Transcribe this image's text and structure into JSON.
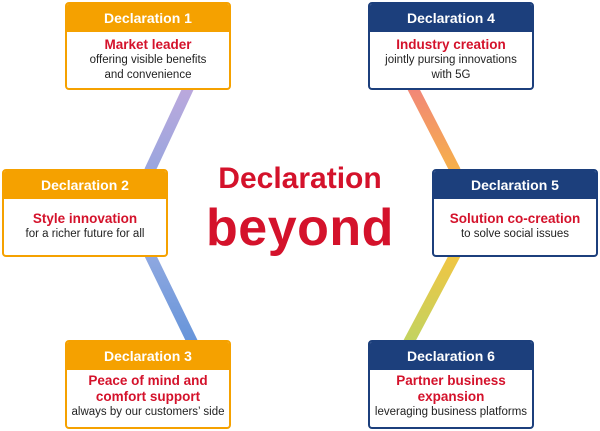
{
  "center": {
    "line1": "Declaration",
    "line2": "beyond"
  },
  "declarations": [
    {
      "header": "Declaration 1",
      "title": "Market leader",
      "desc": [
        "offering visible benefits",
        "and convenience"
      ]
    },
    {
      "header": "Declaration 2",
      "title": "Style innovation",
      "desc": [
        "for a richer future for all"
      ]
    },
    {
      "header": "Declaration 3",
      "title": "Peace of mind and comfort support",
      "desc": [
        "always by our customers’ side"
      ]
    },
    {
      "header": "Declaration 4",
      "title": "Industry creation",
      "desc": [
        "jointly pursing innovations",
        "with 5G"
      ]
    },
    {
      "header": "Declaration 5",
      "title": "Solution co-creation",
      "desc": [
        "to solve social issues"
      ]
    },
    {
      "header": "Declaration 6",
      "title": "Partner business expansion",
      "desc": [
        "leveraging business platforms"
      ]
    }
  ],
  "colors": {
    "accent_red": "#d4122b",
    "orange": "#f5a100",
    "navy": "#1c3f7c",
    "ring": [
      "#ee7fa6",
      "#f4a03a",
      "#f1c542",
      "#c4dc5a",
      "#8fd0c4",
      "#6da2dc",
      "#a9a1d8"
    ]
  }
}
